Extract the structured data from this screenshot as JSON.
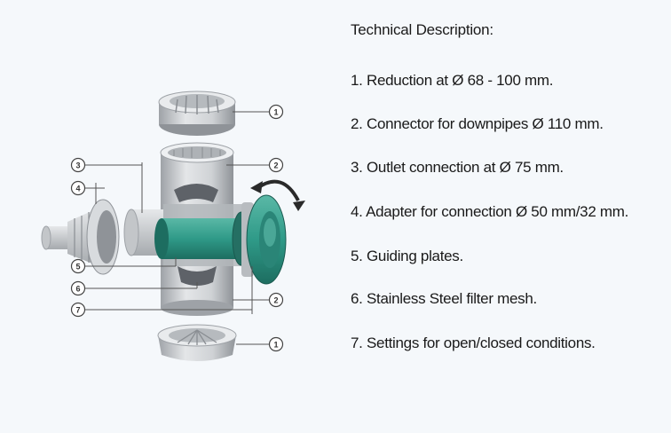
{
  "heading": "Technical Description:",
  "items": [
    "1. Reduction at Ø 68 - 100 mm.",
    "2. Connector for downpipes Ø 110 mm.",
    "3. Outlet connection at Ø 75 mm.",
    "4. Adapter for connection Ø 50 mm/32 mm.",
    "5. Guiding plates.",
    "6. Stainless Steel filter mesh.",
    "7. Settings for open/closed conditions."
  ],
  "callouts": {
    "c1a": "1",
    "c2a": "2",
    "c3": "3",
    "c4": "4",
    "c5": "5",
    "c6": "6",
    "c7": "7",
    "c2b": "2",
    "c1b": "1"
  },
  "colors": {
    "teal": "#2f9a88",
    "grey": "#c9ccd0",
    "background": "#f5f8fb"
  }
}
